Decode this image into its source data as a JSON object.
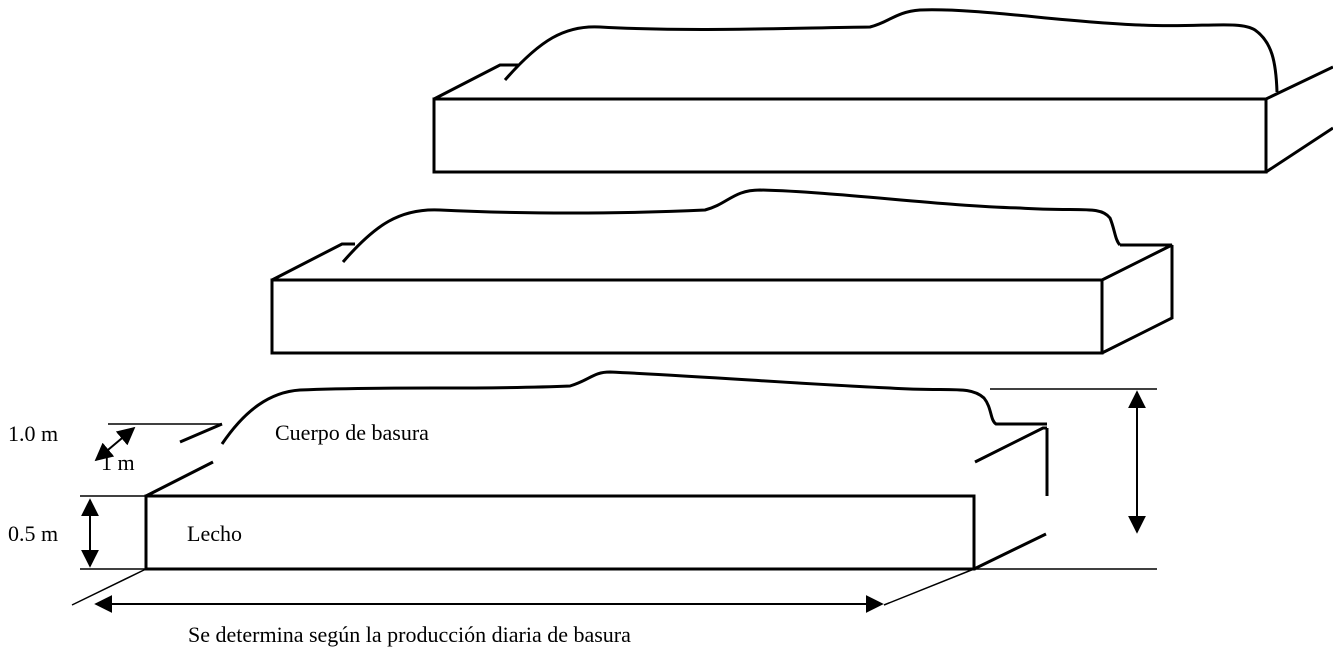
{
  "labels": {
    "height_top": "1.0 m",
    "width_diag": "1 m",
    "height_bed": "0.5 m",
    "body": "Cuerpo de basura",
    "bed": "Lecho",
    "length_caption": "Se determina según la producción diaria de basura"
  },
  "colors": {
    "line": "#000000",
    "background": "#ffffff"
  }
}
